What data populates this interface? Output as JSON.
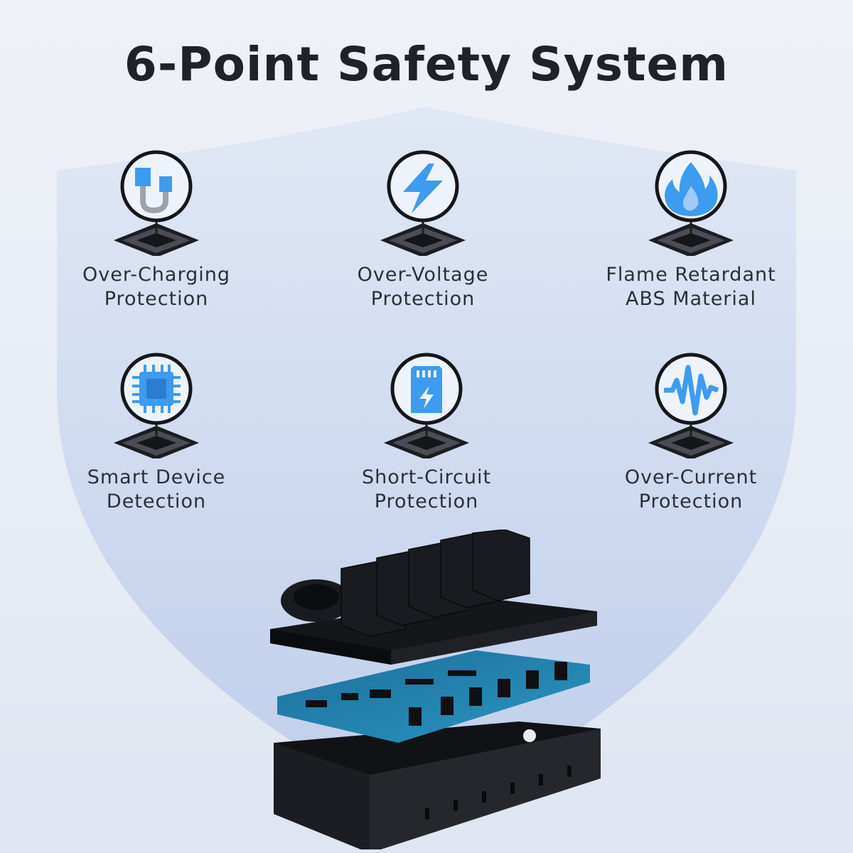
{
  "title": "6-Point Safety System",
  "colors": {
    "accent_blue": "#3d9bf0",
    "shield": "#cfdcf2",
    "text": "#2b2f36"
  },
  "features": [
    {
      "icon": "charging-plug-icon",
      "line1": "Over-Charging",
      "line2": "Protection"
    },
    {
      "icon": "lightning-bolt-icon",
      "line1": "Over-Voltage",
      "line2": "Protection"
    },
    {
      "icon": "flame-icon",
      "line1": "Flame Retardant",
      "line2": "ABS Material"
    },
    {
      "icon": "chip-icon",
      "line1": "Smart Device",
      "line2": "Detection"
    },
    {
      "icon": "battery-card-icon",
      "line1": "Short-Circuit",
      "line2": "Protection"
    },
    {
      "icon": "waveform-icon",
      "line1": "Over-Current",
      "line2": "Protection"
    }
  ]
}
